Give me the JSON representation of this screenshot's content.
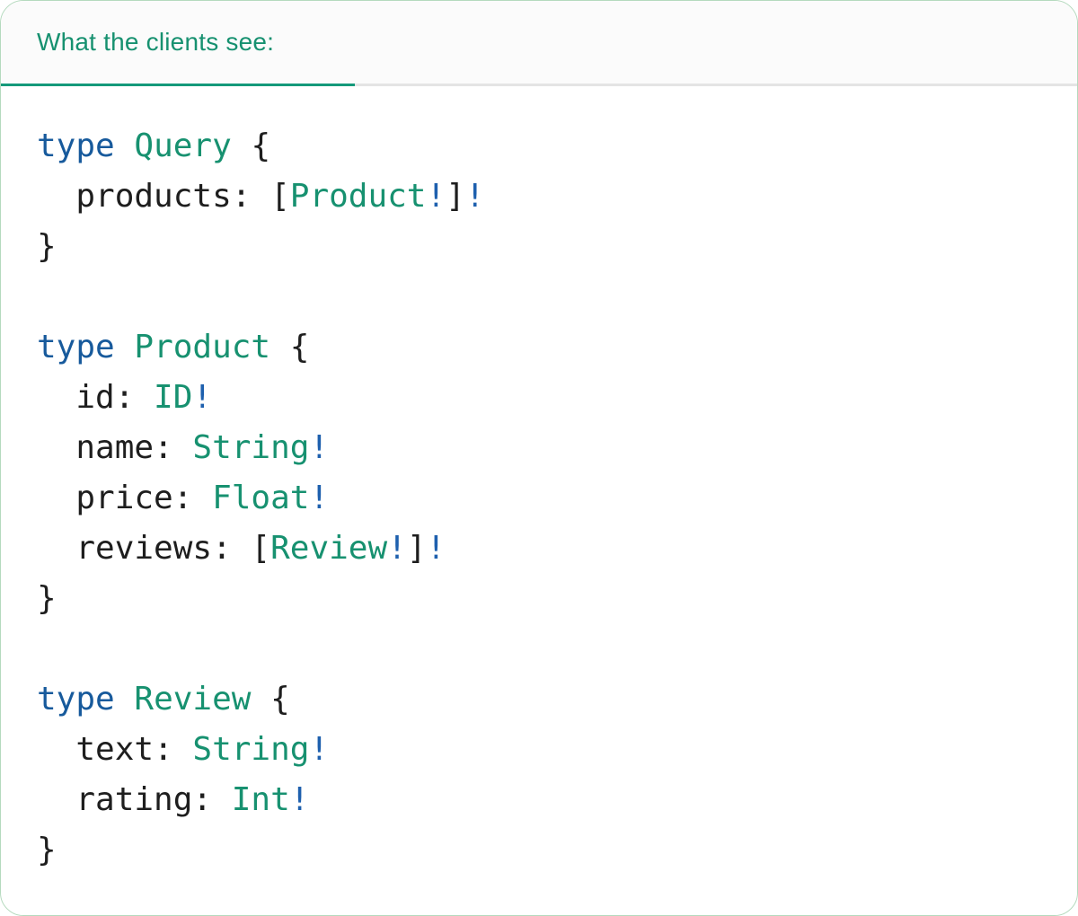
{
  "tab": {
    "label": "What the clients see:"
  },
  "colors": {
    "accent_teal": "#179170",
    "keyword_blue": "#175a9c",
    "bang_blue": "#1e60ae",
    "ink": "#1e1e1e",
    "border_green": "#b5dabe",
    "divider_gray": "#e4e4e4",
    "header_bg": "#fbfbfb",
    "tab_underline": "#14997a"
  },
  "code": {
    "language": "graphql",
    "plain_text": "type Query {\n  products: [Product!]!\n}\n\ntype Product {\n  id: ID!\n  name: String!\n  price: Float!\n  reviews: [Review!]!\n}\n\ntype Review {\n  text: String!\n  rating: Int!\n}",
    "lines": [
      {
        "tokens": [
          {
            "c": "kw",
            "t": "type"
          },
          {
            "c": "pl",
            "t": " "
          },
          {
            "c": "ty",
            "t": "Query"
          },
          {
            "c": "pl",
            "t": " {"
          }
        ]
      },
      {
        "tokens": [
          {
            "c": "pl",
            "t": "  products: ["
          },
          {
            "c": "ty",
            "t": "Product"
          },
          {
            "c": "bang",
            "t": "!"
          },
          {
            "c": "pl",
            "t": "]"
          },
          {
            "c": "bang",
            "t": "!"
          }
        ]
      },
      {
        "tokens": [
          {
            "c": "pl",
            "t": "}"
          }
        ]
      },
      {
        "tokens": []
      },
      {
        "tokens": [
          {
            "c": "kw",
            "t": "type"
          },
          {
            "c": "pl",
            "t": " "
          },
          {
            "c": "ty",
            "t": "Product"
          },
          {
            "c": "pl",
            "t": " {"
          }
        ]
      },
      {
        "tokens": [
          {
            "c": "pl",
            "t": "  id: "
          },
          {
            "c": "ty",
            "t": "ID"
          },
          {
            "c": "bang",
            "t": "!"
          }
        ]
      },
      {
        "tokens": [
          {
            "c": "pl",
            "t": "  name: "
          },
          {
            "c": "ty",
            "t": "String"
          },
          {
            "c": "bang",
            "t": "!"
          }
        ]
      },
      {
        "tokens": [
          {
            "c": "pl",
            "t": "  price: "
          },
          {
            "c": "ty",
            "t": "Float"
          },
          {
            "c": "bang",
            "t": "!"
          }
        ]
      },
      {
        "tokens": [
          {
            "c": "pl",
            "t": "  reviews: ["
          },
          {
            "c": "ty",
            "t": "Review"
          },
          {
            "c": "bang",
            "t": "!"
          },
          {
            "c": "pl",
            "t": "]"
          },
          {
            "c": "bang",
            "t": "!"
          }
        ]
      },
      {
        "tokens": [
          {
            "c": "pl",
            "t": "}"
          }
        ]
      },
      {
        "tokens": []
      },
      {
        "tokens": [
          {
            "c": "kw",
            "t": "type"
          },
          {
            "c": "pl",
            "t": " "
          },
          {
            "c": "ty",
            "t": "Review"
          },
          {
            "c": "pl",
            "t": " {"
          }
        ]
      },
      {
        "tokens": [
          {
            "c": "pl",
            "t": "  text: "
          },
          {
            "c": "ty",
            "t": "String"
          },
          {
            "c": "bang",
            "t": "!"
          }
        ]
      },
      {
        "tokens": [
          {
            "c": "pl",
            "t": "  rating: "
          },
          {
            "c": "ty",
            "t": "Int"
          },
          {
            "c": "bang",
            "t": "!"
          }
        ]
      },
      {
        "tokens": [
          {
            "c": "pl",
            "t": "}"
          }
        ]
      }
    ]
  }
}
